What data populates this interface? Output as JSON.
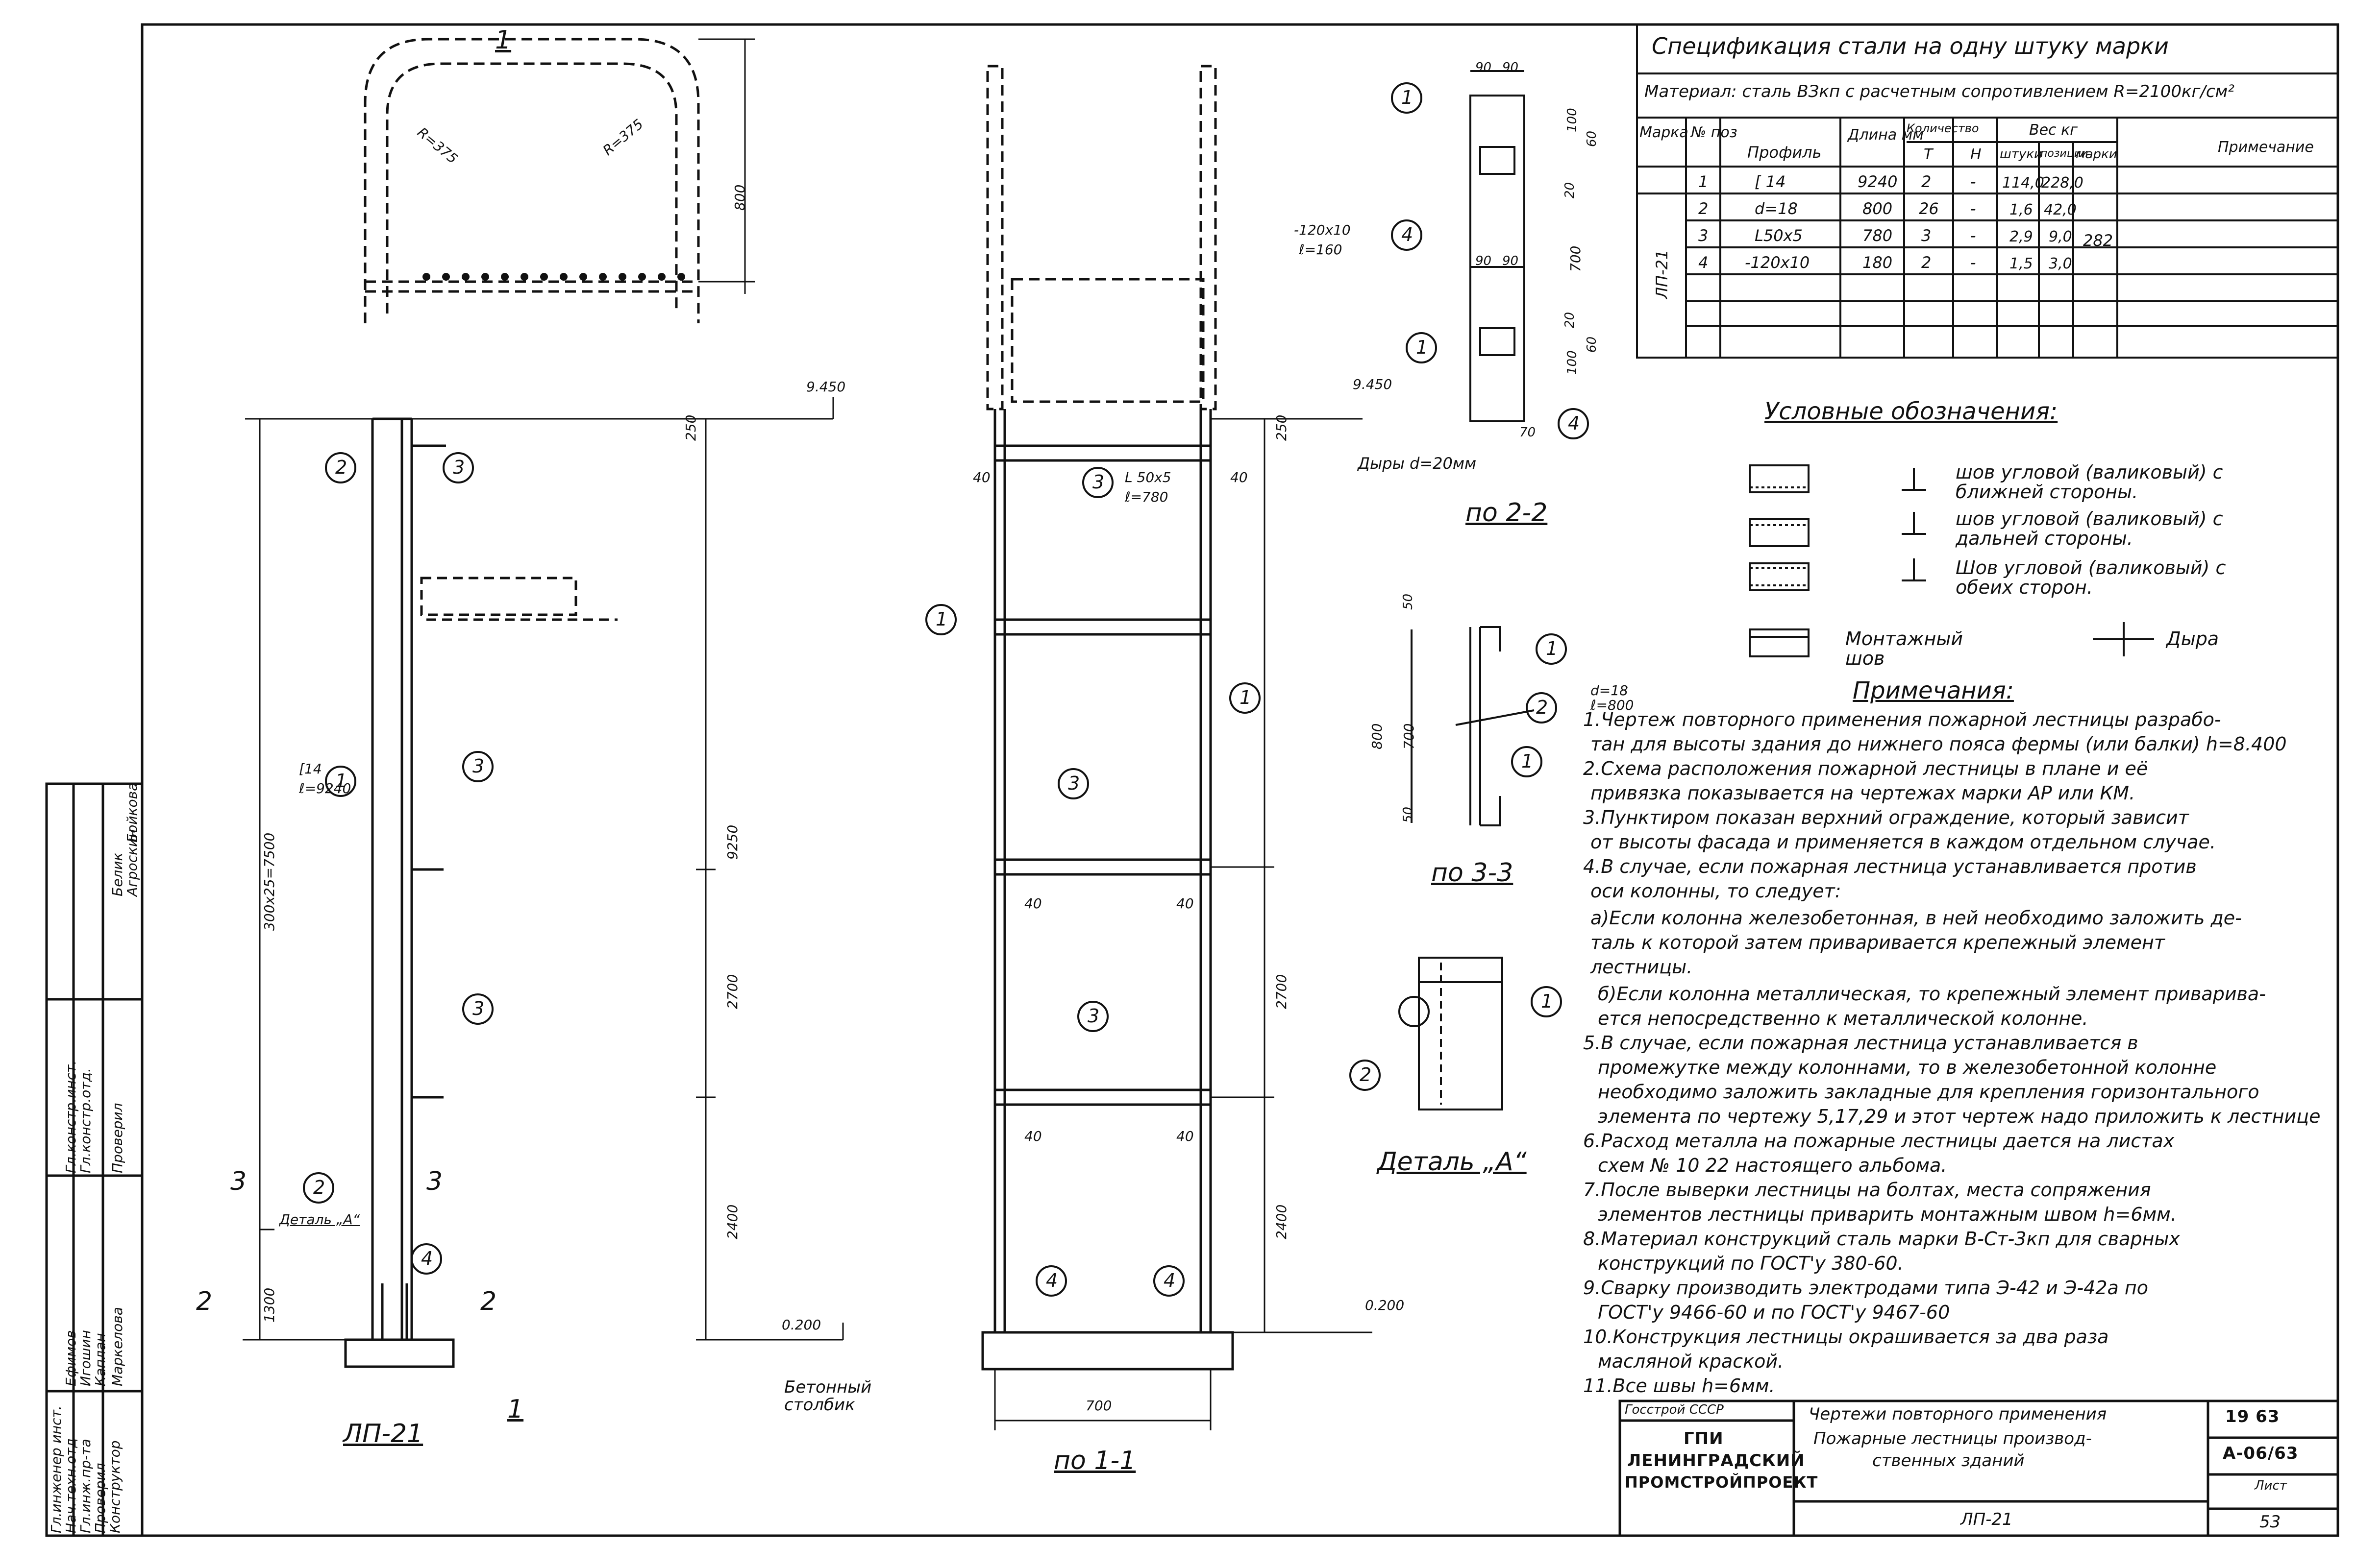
{
  "spec": {
    "title": "Спецификация стали на одну штуку марки",
    "material": "Материал: сталь ВЗкп с расчетным сопротивлением R=2100кг/см²",
    "headers": {
      "mark": "Марка",
      "pos": "№ поз",
      "profile": "Профиль",
      "length": "Длина мм",
      "qty": "Количество",
      "qty_t": "Т",
      "qty_n": "Н",
      "weight": "Вес кг",
      "w_piece": "штуки",
      "w_total": "позиции",
      "w_mark": "марки",
      "note": "Примечание"
    },
    "mark_value": "ЛП-21",
    "mark_weight": "282",
    "rows": [
      {
        "pos": "1",
        "profile": "[ 14",
        "length": "9240",
        "qty_t": "2",
        "qty_n": "-",
        "w_piece": "114,0",
        "w_total": "228,0"
      },
      {
        "pos": "2",
        "profile": "d=18",
        "length": "800",
        "qty_t": "26",
        "qty_n": "-",
        "w_piece": "1,6",
        "w_total": "42,0"
      },
      {
        "pos": "3",
        "profile": "L50x5",
        "length": "780",
        "qty_t": "3",
        "qty_n": "-",
        "w_piece": "2,9",
        "w_total": "9,0"
      },
      {
        "pos": "4",
        "profile": "-120x10",
        "length": "180",
        "qty_t": "2",
        "qty_n": "-",
        "w_piece": "1,5",
        "w_total": "3,0"
      }
    ]
  },
  "legend": {
    "title": "Условные обозначения:",
    "items": [
      "шов угловой (валиковый) с ближней стороны.",
      "шов угловой (валиковый) с дальней стороны.",
      "Шов угловой (валиковый) с обеих сторон."
    ],
    "mount": "Монтажный шов",
    "hole": "Дыра"
  },
  "notes": {
    "title": "Примечания:",
    "lines": [
      "1.Чертеж повторного применения пожарной лестницы разрабо-",
      "тан для высоты здания до нижнего пояса фермы (или балки) h=8.400",
      "2.Схема расположения пожарной лестницы в плане и её",
      "привязка показывается на чертежах марки АР или КМ.",
      "3.Пунктиром показан верхний ограждение, который зависит",
      "от высоты фасада и применяется в каждом отдельном случае.",
      "4.В случае, если пожарная лестница устанавливается против",
      "оси колонны, то следует:",
      "а)Если колонна железобетонная, в ней необходимо заложить де-",
      "таль                к которой затем приваривается крепежный элемент",
      "лестницы.",
      "б)Если колонна металлическая, то крепежный элемент приварива-",
      "ется непосредственно к металлической колонне.",
      "5.В случае, если пожарная лестница устанавливается в",
      "промежутке между колоннами, то в железобетонной колонне",
      "необходимо заложить закладные для крепления горизонтального",
      "элемента по чертежу 5,17,29 и этот чертеж надо приложить к лестнице",
      "6.Расход металла на пожарные лестницы дается на листах",
      "схем № 10 22 настоящего альбома.",
      "7.После выверки лестницы на болтах, места сопряжения",
      "элементов лестницы приварить монтажным швом h=6мм.",
      "8.Материал конструкций сталь марки В-Ст-3кп для сварных",
      "конструкций по ГОСТ'у 380-60.",
      "9.Сварку производить электродами типа Э-42 и Э-42а по",
      "ГОСТ'у 9466-60 и по ГОСТ'у 9467-60",
      "10.Конструкция лестницы окрашивается за два раза",
      "масляной краской.",
      "11.Все швы h=6мм."
    ]
  },
  "views": {
    "main_label": "ЛП-21",
    "main_section": "1",
    "section_11": "по 1-1",
    "section_22": "по 2-2",
    "section_33": "по 3-3",
    "detail": "Деталь „А“",
    "holes": "Дыры d=20мм",
    "concrete": "Бетонный столбик",
    "detail_ref": "Деталь „А“",
    "plate": "-120x10",
    "plate_len": "ℓ=160",
    "channel": "[14",
    "channel_len": "ℓ=9240",
    "angle": "L 50x5",
    "angle_len": "ℓ=780",
    "rung": "d=18",
    "rung_len": "ℓ=800",
    "dims": {
      "el_top": "9.450",
      "el_bottom": "0.200",
      "h_total": "9250",
      "h_2700": "2700",
      "h_2400": "2400",
      "h_250": "250",
      "h_800": "800",
      "steps": "300x25=7500",
      "h_1300": "1300",
      "r375a": "R=375",
      "r375b": "R=375",
      "w_700": "700",
      "w_40": "40",
      "d_90": "90",
      "d_100": "100",
      "d_60": "60",
      "d_50": "50",
      "d_70": "70",
      "d_20": "20",
      "d_700": "700",
      "d_800": "800"
    },
    "callouts": [
      "1",
      "2",
      "3",
      "4"
    ],
    "section_marks": {
      "s1": "1",
      "s2": "2",
      "s3": "3"
    }
  },
  "title_block": {
    "stamp_left": "Госстрой СССР",
    "org_line1": "ГПИ",
    "org_line2": "ЛЕНИНГРАДСКИЙ",
    "org_line3": "ПРОМСТРОЙПРОЕКТ",
    "doc_title1": "Чертежи повторного применения",
    "doc_title2": "Пожарные лестницы производ-",
    "doc_title3": "ственных зданий",
    "mark": "ЛП-21",
    "year": "19 63",
    "album": "А-06/63",
    "sheet_label": "Лист",
    "sheet_no": "53"
  },
  "side_stamp": {
    "roles": [
      "Гл.инженер инст.",
      "Нач.техн.отд",
      "Гл.инж.пр-та",
      "Проверил",
      "Конструктор"
    ],
    "roles2": [
      "Гл.констр.инст.",
      "Гл.констр.отд.",
      "Проверил"
    ],
    "names": [
      "Ефимов",
      "Игошин",
      "Каплан",
      "Маркелова"
    ],
    "names2": [
      "Белик",
      "Агроскин",
      "Бойкова"
    ]
  }
}
